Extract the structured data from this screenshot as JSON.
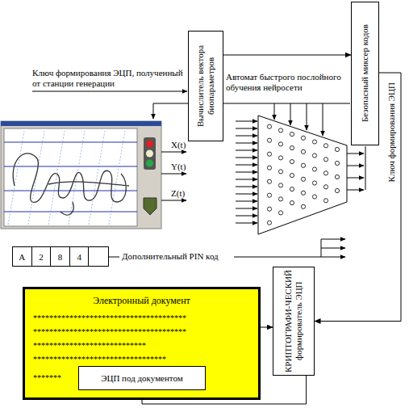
{
  "diagram": {
    "nodes": [
      {
        "text": [
          "Вычислитель вектора биопараметров"
        ]
      },
      {
        "text": [
          "Безопасный миксер кодов"
        ]
      },
      {
        "text": [
          "A",
          "2",
          "8",
          "4"
        ]
      },
      {
        "text": [
          "Электронный документ",
          "**************************************",
          "**************************************",
          "****************************",
          "*********************************",
          "*******"
        ]
      },
      {
        "text": [
          "ЭЦП под документом"
        ],
        "in": 3
      },
      {
        "text": [
          "КРИПТОГРАФИ-ЧЕСКИЙ формирователь ЭЦП"
        ]
      }
    ],
    "edges": [
      {
        "from": 0,
        "to": 1,
        "arrow": "to"
      },
      {
        "from": 1,
        "to": 5,
        "arrow": "to"
      },
      {
        "from": 3,
        "to": 5,
        "arrow": "to"
      },
      {
        "from": 5,
        "to": 4,
        "arrow": "to"
      }
    ],
    "labels": [
      "Ключ формирования ЭЦП, полученный от станции генерации",
      "Автомат быстрого послойного обучения нейросети",
      "X(t)",
      "Y(t)",
      "Z(t)",
      "Дополнительный PIN код",
      "Ключ формирования ЭЦП"
    ]
  }
}
